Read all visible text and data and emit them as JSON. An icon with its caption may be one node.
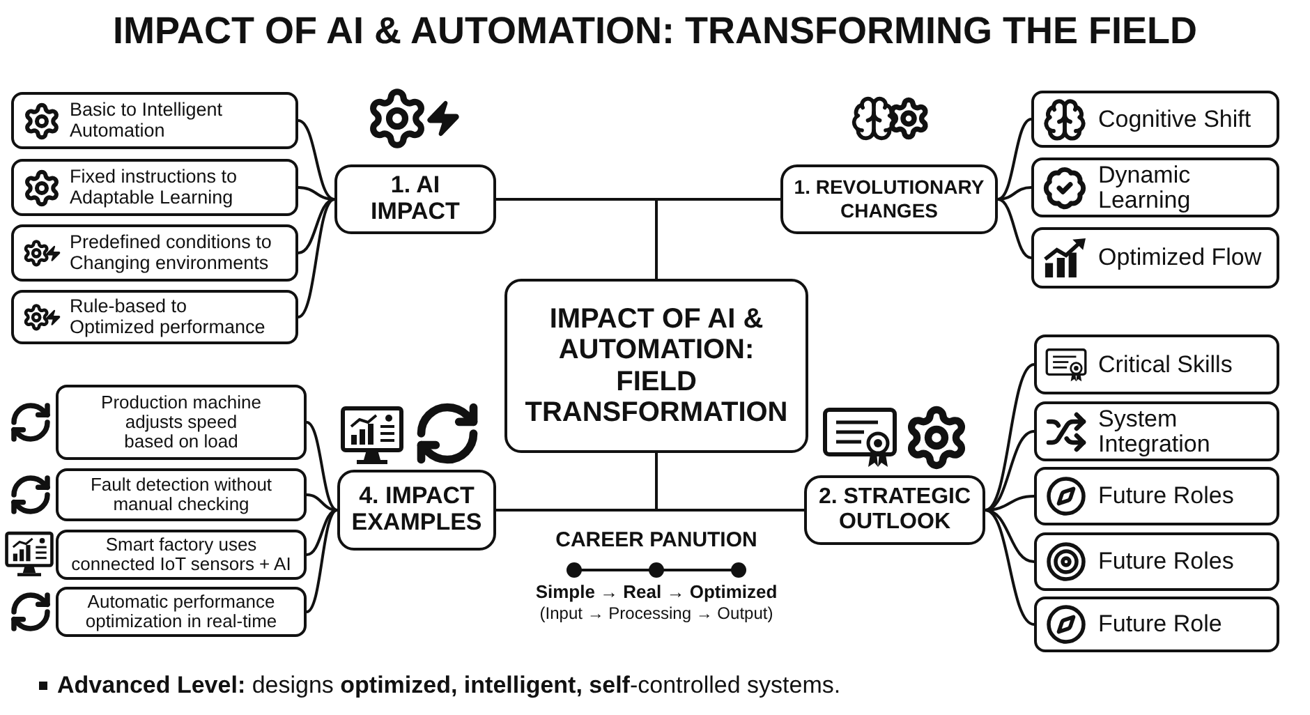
{
  "diagram": {
    "title": "IMPACT OF AI & AUTOMATION: TRANSFORMING THE FIELD",
    "nodes": [
      {
        "text": [
          "IMPACT OF AI & AUTOMATION: FIELD TRANSFORMATION"
        ]
      },
      {
        "text": [
          "1. AI IMPACT"
        ]
      },
      {
        "text": [
          "1. REVOLUTIONARY CHANGES"
        ]
      },
      {
        "text": [
          "4. IMPACT EXAMPLES"
        ]
      },
      {
        "text": [
          "2. STRATEGIC OUTLOOK"
        ]
      },
      {
        "text": [
          "Basic to Intelligent Automation"
        ]
      },
      {
        "text": [
          "Fixed instructions to Adaptable Learning"
        ]
      },
      {
        "text": [
          "Predefined conditions to Changing environments"
        ]
      },
      {
        "text": [
          "Rule-based to Optimized performance"
        ]
      },
      {
        "text": [
          "Cognitive Shift"
        ]
      },
      {
        "text": [
          "Dynamic Learning"
        ]
      },
      {
        "text": [
          "Optimized Flow"
        ]
      },
      {
        "text": [
          "Production machine adjusts speed based on load"
        ]
      },
      {
        "text": [
          "Fault detection without manual checking"
        ]
      },
      {
        "text": [
          "Smart factory uses connected IoT sensors + AI"
        ]
      },
      {
        "text": [
          "Automatic performance optimization in real-time"
        ]
      },
      {
        "text": [
          "Critical Skills"
        ]
      },
      {
        "text": [
          "System Integration"
        ]
      },
      {
        "text": [
          "Future Roles"
        ]
      },
      {
        "text": [
          "Future Roles"
        ]
      },
      {
        "text": [
          "Future Role"
        ]
      }
    ],
    "edges": [
      {
        "from": 0,
        "to": 1,
        "arrow": "none"
      },
      {
        "from": 0,
        "to": 2,
        "arrow": "none"
      },
      {
        "from": 0,
        "to": 3,
        "arrow": "none"
      },
      {
        "from": 0,
        "to": 4,
        "arrow": "none"
      },
      {
        "from": 1,
        "to": 5,
        "arrow": "none"
      },
      {
        "from": 1,
        "to": 6,
        "arrow": "none"
      },
      {
        "from": 1,
        "to": 7,
        "arrow": "none"
      },
      {
        "from": 1,
        "to": 8,
        "arrow": "none"
      },
      {
        "from": 2,
        "to": 9,
        "arrow": "none"
      },
      {
        "from": 2,
        "to": 10,
        "arrow": "none"
      },
      {
        "from": 2,
        "to": 11,
        "arrow": "none"
      },
      {
        "from": 3,
        "to": 12,
        "arrow": "none"
      },
      {
        "from": 3,
        "to": 13,
        "arrow": "none"
      },
      {
        "from": 3,
        "to": 14,
        "arrow": "none"
      },
      {
        "from": 3,
        "to": 15,
        "arrow": "none"
      },
      {
        "from": 4,
        "to": 16,
        "arrow": "none"
      },
      {
        "from": 4,
        "to": 17,
        "arrow": "none"
      },
      {
        "from": 4,
        "to": 18,
        "arrow": "none"
      },
      {
        "from": 4,
        "to": 19,
        "arrow": "none"
      },
      {
        "from": 4,
        "to": 20,
        "arrow": "none"
      }
    ],
    "labels": [
      "CAREER PANUTION",
      "Simple → Real → Optimized",
      "(Input → Processing → Output)",
      "**Advanced Level:** designs **optimized, intelligent, self**-controlled systems."
    ]
  }
}
